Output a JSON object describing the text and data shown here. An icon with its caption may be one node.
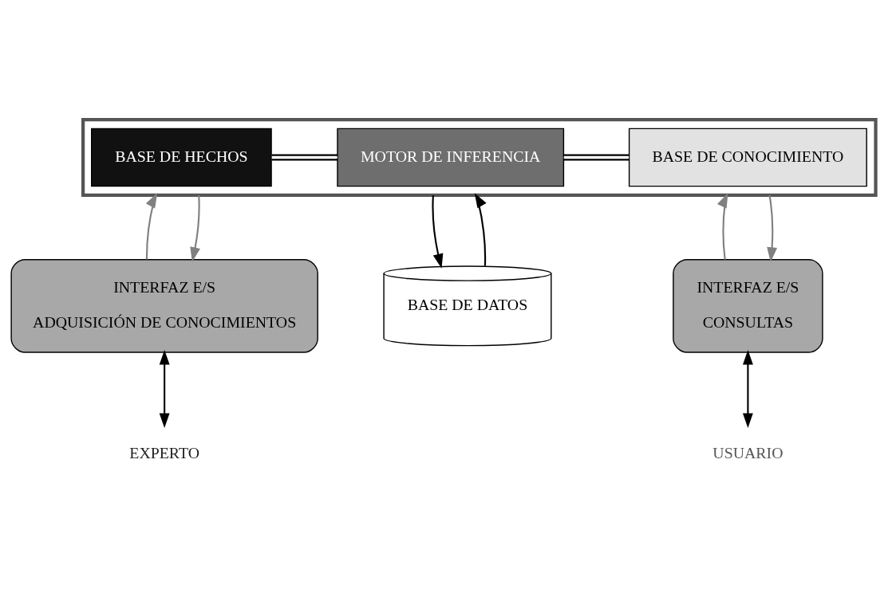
{
  "diagram": {
    "nodes": [
      {
        "text": [],
        "shape": "box"
      },
      {
        "text": [
          "BASE DE HECHOS"
        ],
        "in": 0
      },
      {
        "text": [
          "MOTOR DE INFERENCIA"
        ],
        "in": 0
      },
      {
        "text": [
          "BASE DE CONOCIMIENTO"
        ],
        "in": 0
      },
      {
        "text": [
          "INTERFAZ E/S",
          "ADQUISICIÓN DE CONOCIMIENTOS"
        ]
      },
      {
        "text": [
          "BASE DE DATOS"
        ]
      },
      {
        "text": [
          "INTERFAZ E/S",
          "CONSULTAS"
        ]
      },
      {
        "text": [
          "EXPERTO"
        ]
      },
      {
        "text": [
          "USUARIO"
        ]
      }
    ],
    "edges": [
      {
        "from": 1,
        "to": 2,
        "arrow": "none"
      },
      {
        "from": 2,
        "to": 3,
        "arrow": "none"
      },
      {
        "from": 4,
        "to": 0,
        "arrow": "to",
        "color": "#808080"
      },
      {
        "from": 0,
        "to": 4,
        "arrow": "to",
        "color": "#808080"
      },
      {
        "from": 0,
        "to": 5,
        "arrow": "to"
      },
      {
        "from": 5,
        "to": 0,
        "arrow": "to"
      },
      {
        "from": 6,
        "to": 0,
        "arrow": "to",
        "color": "#808080"
      },
      {
        "from": 0,
        "to": 6,
        "arrow": "to",
        "color": "#808080"
      },
      {
        "from": 4,
        "to": 7,
        "arrow": "both"
      },
      {
        "from": 6,
        "to": 8,
        "arrow": "both"
      }
    ]
  }
}
